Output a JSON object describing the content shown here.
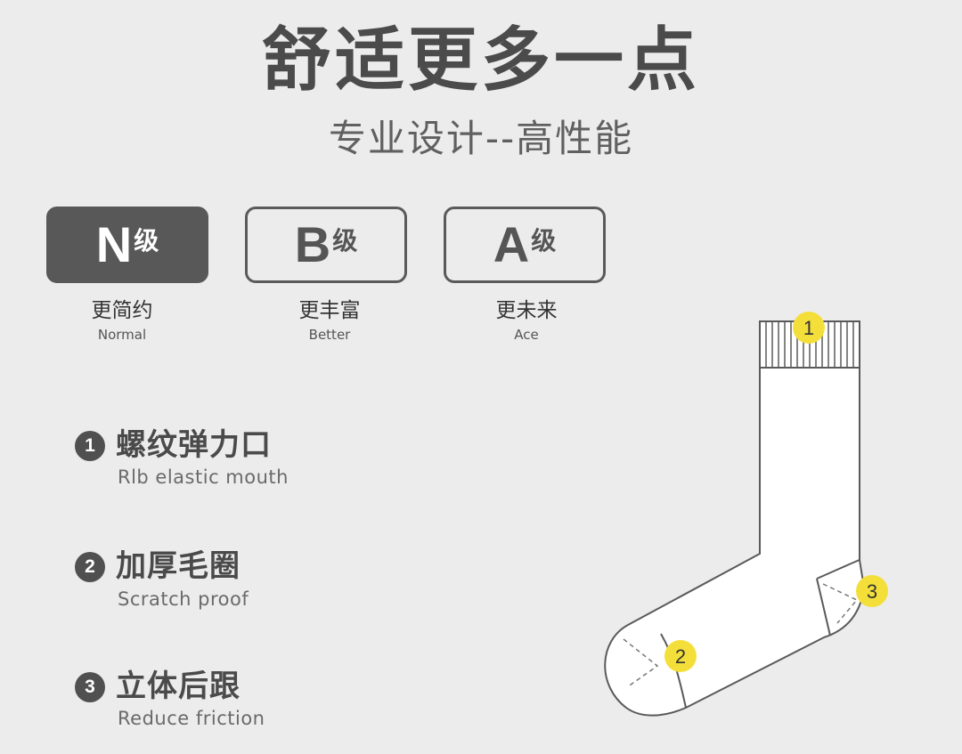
{
  "header": {
    "title": "舒适更多一点",
    "subtitle": "专业设计--高性能"
  },
  "grades": [
    {
      "letter": "N",
      "suffix": "级",
      "cn": "更简约",
      "en": "Normal",
      "active": true
    },
    {
      "letter": "B",
      "suffix": "级",
      "cn": "更丰富",
      "en": "Better",
      "active": false
    },
    {
      "letter": "A",
      "suffix": "级",
      "cn": "更未来",
      "en": "Ace",
      "active": false
    }
  ],
  "features": [
    {
      "num": "1",
      "cn": "螺纹弹力口",
      "en": "Rlb elastic mouth"
    },
    {
      "num": "2",
      "cn": "加厚毛圈",
      "en": "Scratch proof"
    },
    {
      "num": "3",
      "cn": "立体后跟",
      "en": "Reduce  friction"
    }
  ],
  "diagram": {
    "markers": [
      "1",
      "2",
      "3"
    ]
  },
  "colors": {
    "background": "#ececec",
    "dark": "#585858",
    "marker": "#f4df3a"
  }
}
